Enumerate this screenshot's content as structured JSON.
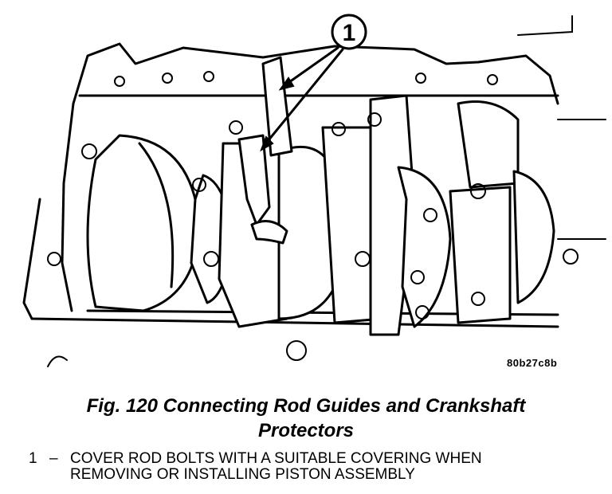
{
  "illustration": {
    "callout_number": "1",
    "figure_id": "80b27c8b"
  },
  "caption": {
    "line1": "Fig. 120 Connecting Rod Guides and Crankshaft",
    "line2": "Protectors"
  },
  "legend": {
    "items": [
      {
        "number": "1",
        "dash": "–",
        "line1": "COVER ROD BOLTS WITH A SUITABLE COVERING WHEN",
        "line2": "REMOVING OR INSTALLING PISTON ASSEMBLY"
      }
    ]
  }
}
